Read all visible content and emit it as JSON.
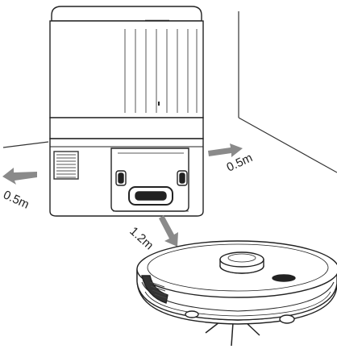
{
  "labels": {
    "left_clearance": "0.5m",
    "right_clearance": "0.5m",
    "front_clearance": "1.2m"
  },
  "colors": {
    "line": "#222222",
    "arrow": "#8a8a8a",
    "vent": "#555555"
  },
  "icons": {
    "arrow_left": "arrow-left-icon",
    "arrow_right": "arrow-right-icon",
    "arrow_front": "arrow-down-right-icon"
  }
}
